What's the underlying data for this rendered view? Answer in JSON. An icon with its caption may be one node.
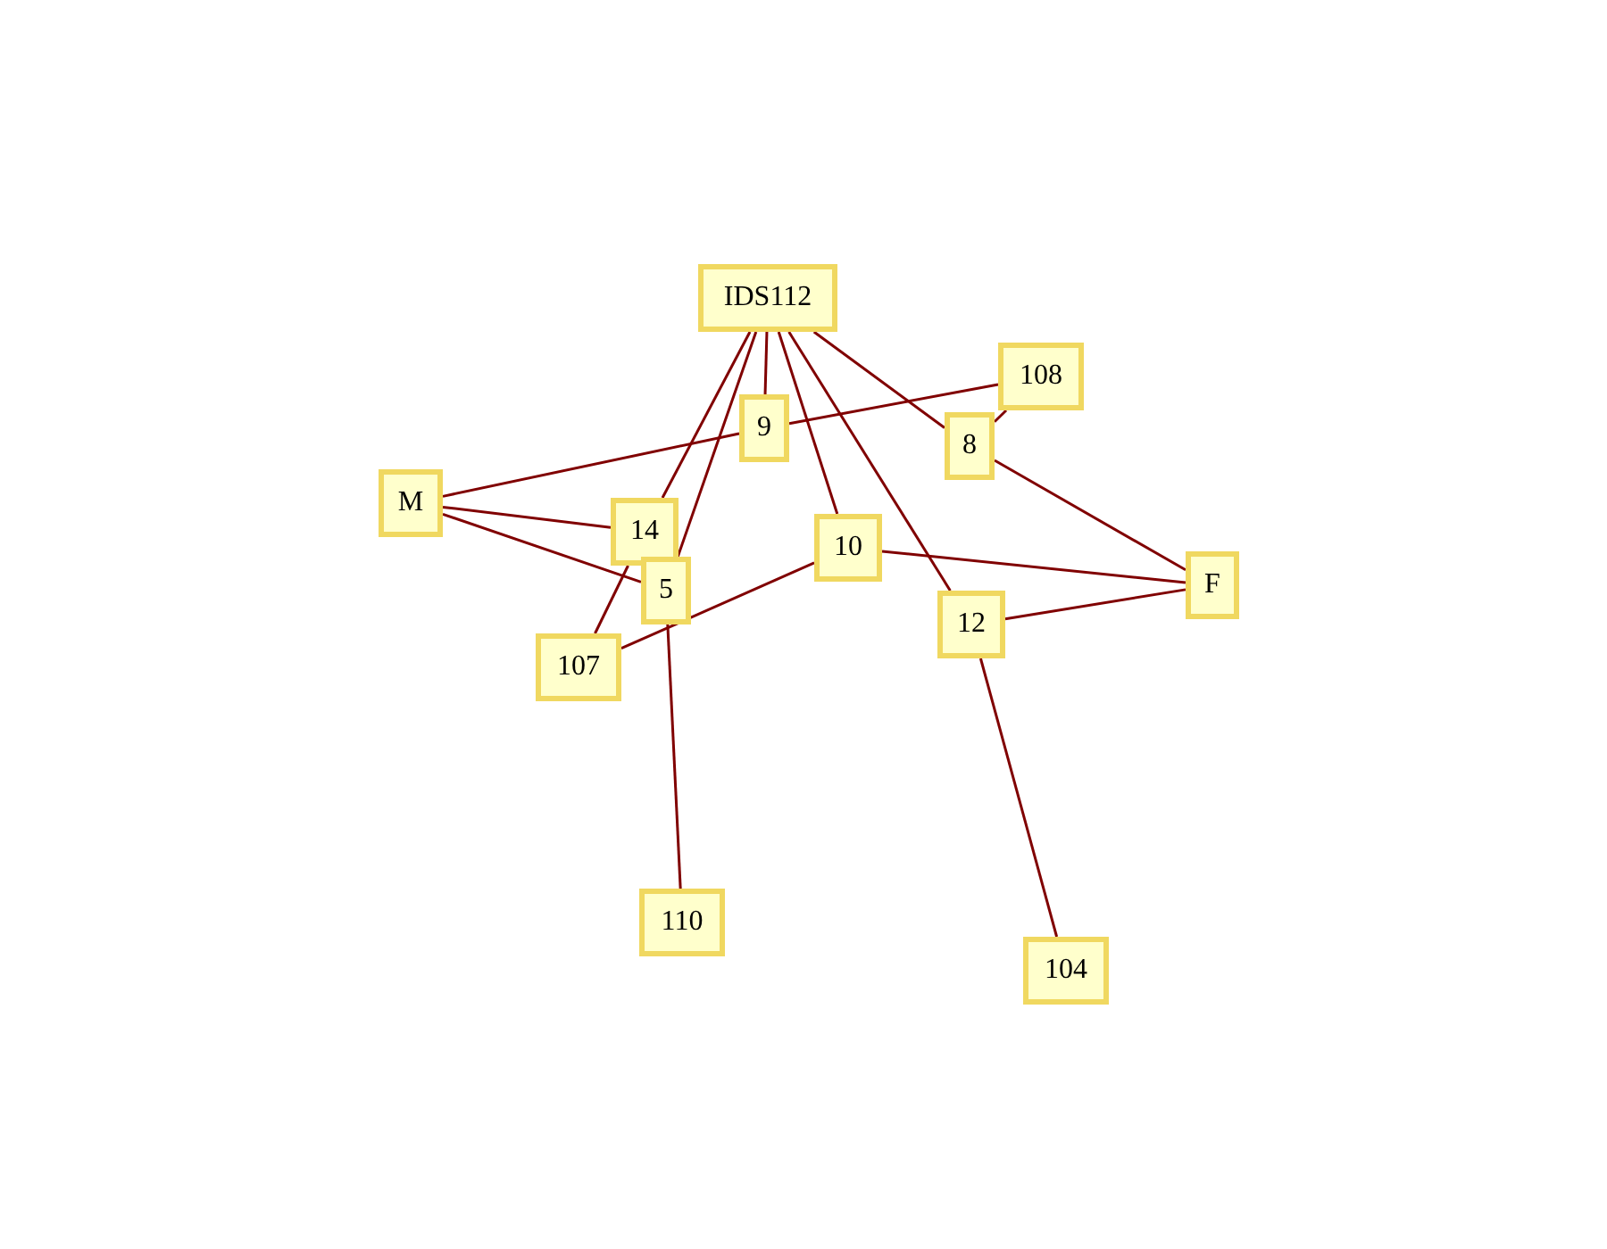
{
  "diagram": {
    "nodes": [
      {
        "text": [
          "IDS112"
        ]
      },
      {
        "text": [
          "108"
        ]
      },
      {
        "text": [
          "9"
        ]
      },
      {
        "text": [
          "8"
        ]
      },
      {
        "text": [
          "M"
        ]
      },
      {
        "text": [
          "14"
        ]
      },
      {
        "text": [
          "10"
        ]
      },
      {
        "text": [
          "F"
        ]
      },
      {
        "text": [
          "5"
        ]
      },
      {
        "text": [
          "12"
        ]
      },
      {
        "text": [
          "107"
        ]
      },
      {
        "text": [
          "110"
        ]
      },
      {
        "text": [
          "104"
        ]
      }
    ],
    "edges": [
      {
        "from": 0,
        "to": 2,
        "arrow": "none"
      },
      {
        "from": 0,
        "to": 5,
        "arrow": "none"
      },
      {
        "from": 0,
        "to": 8,
        "arrow": "none"
      },
      {
        "from": 0,
        "to": 6,
        "arrow": "none"
      },
      {
        "from": 0,
        "to": 9,
        "arrow": "none"
      },
      {
        "from": 0,
        "to": 3,
        "arrow": "none"
      },
      {
        "from": 4,
        "to": 2,
        "arrow": "none"
      },
      {
        "from": 2,
        "to": 1,
        "arrow": "none"
      },
      {
        "from": 4,
        "to": 5,
        "arrow": "none"
      },
      {
        "from": 4,
        "to": 8,
        "arrow": "none"
      },
      {
        "from": 5,
        "to": 10,
        "arrow": "none"
      },
      {
        "from": 8,
        "to": 11,
        "arrow": "none"
      },
      {
        "from": 10,
        "to": 6,
        "arrow": "none"
      },
      {
        "from": 1,
        "to": 3,
        "arrow": "none"
      },
      {
        "from": 3,
        "to": 7,
        "arrow": "none"
      },
      {
        "from": 6,
        "to": 7,
        "arrow": "none"
      },
      {
        "from": 9,
        "to": 7,
        "arrow": "none"
      },
      {
        "from": 9,
        "to": 12,
        "arrow": "none"
      }
    ]
  }
}
